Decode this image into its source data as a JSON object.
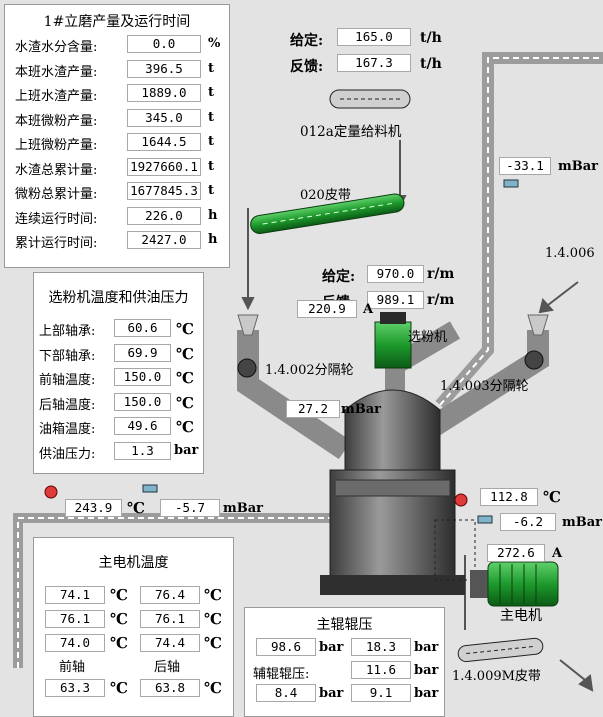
{
  "feed": {
    "set_label": "给定:",
    "set_value": "165.0",
    "fb_label": "反馈:",
    "fb_value": "167.3",
    "unit": "t/h",
    "feeder_label": "012a定量给料机",
    "belt_label": "020皮带"
  },
  "mill_stats": {
    "title": "1#立磨产量及运行时间",
    "rows": [
      {
        "label": "水渣水分含量:",
        "value": "0.0",
        "unit": "%"
      },
      {
        "label": "本班水渣产量:",
        "value": "396.5",
        "unit": "t"
      },
      {
        "label": "上班水渣产量:",
        "value": "1889.0",
        "unit": "t"
      },
      {
        "label": "本班微粉产量:",
        "value": "345.0",
        "unit": "t"
      },
      {
        "label": "上班微粉产量:",
        "value": "1644.5",
        "unit": "t"
      },
      {
        "label": "水渣总累计量:",
        "value": "1927660.1",
        "unit": "t"
      },
      {
        "label": "微粉总累计量:",
        "value": "1677845.3",
        "unit": "t"
      },
      {
        "label": "连续运行时间:",
        "value": "226.0",
        "unit": "h"
      },
      {
        "label": "累计运行时间:",
        "value": "2427.0",
        "unit": "h"
      }
    ]
  },
  "separator_temp": {
    "title": "选粉机温度和供油压力",
    "rows": [
      {
        "label": "上部轴承:",
        "value": "60.6",
        "unit": "℃"
      },
      {
        "label": "下部轴承:",
        "value": "69.9",
        "unit": "℃"
      },
      {
        "label": "前轴温度:",
        "value": "150.0",
        "unit": "℃"
      },
      {
        "label": "后轴温度:",
        "value": "150.0",
        "unit": "℃"
      },
      {
        "label": "油箱温度:",
        "value": "49.6",
        "unit": "℃"
      },
      {
        "label": "供油压力:",
        "value": "1.3",
        "unit": "bar"
      }
    ]
  },
  "separator": {
    "set_label": "给定:",
    "set_value": "970.0",
    "fb_label": "反馈:",
    "fb_value": "989.1",
    "unit": "r/m",
    "current": "220.9",
    "current_unit": "A",
    "name": "选粉机"
  },
  "process": {
    "pressure_top": "-33.1",
    "pressure_top_unit": "mBar",
    "pressure_mid": "27.2",
    "pressure_mid_unit": "mBar",
    "valve_1002": "1.4.002分隔轮",
    "valve_1003": "1.4.003分隔轮",
    "valve_1006": "1.4.006",
    "inlet_temp": "243.9",
    "inlet_temp_unit": "℃",
    "inlet_press": "-5.7",
    "inlet_press_unit": "mBar",
    "outlet_temp": "112.8",
    "outlet_temp_unit": "℃",
    "outlet_press": "-6.2",
    "outlet_press_unit": "mBar",
    "motor_current": "272.6",
    "motor_current_unit": "A",
    "motor_name": "主电机",
    "belt_1009": "1.4.009M皮带"
  },
  "main_motor_temp": {
    "title": "主电机温度",
    "rows": [
      [
        "74.1",
        "76.4"
      ],
      [
        "76.1",
        "76.1"
      ],
      [
        "74.0",
        "74.4"
      ]
    ],
    "front_label": "前轴",
    "rear_label": "后轴",
    "front_value": "63.3",
    "rear_value": "63.8",
    "unit": "℃"
  },
  "roller_pressure": {
    "title": "主辊辊压",
    "row1": [
      "98.6",
      "18.3"
    ],
    "aux_label": "辅辊辊压:",
    "aux_value": "11.6",
    "row3": [
      "8.4",
      "9.1"
    ],
    "unit": "bar"
  }
}
